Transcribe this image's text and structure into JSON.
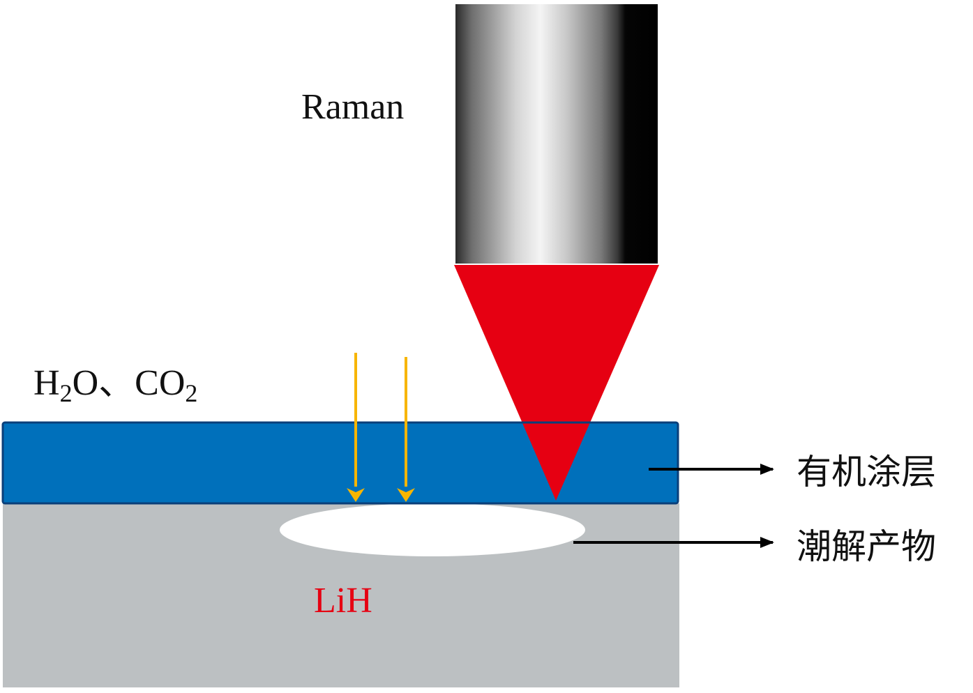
{
  "instrument": {
    "label": "Raman"
  },
  "gases": {
    "h2o_main": "H",
    "h2o_sub": "2",
    "h2o_tail": "O",
    "separator": "、",
    "co2_main": "CO",
    "co2_sub": "2"
  },
  "substrate": {
    "label": "LiH",
    "color": "#e60012"
  },
  "layers": {
    "coating_label": "有机涂层",
    "product_label": "潮解产物"
  },
  "colors": {
    "coating": "#0070bb",
    "substrate": "#bcc0c2",
    "laser": "#e60012",
    "gas_arrow": "#f7b500",
    "pointer": "#000000"
  }
}
